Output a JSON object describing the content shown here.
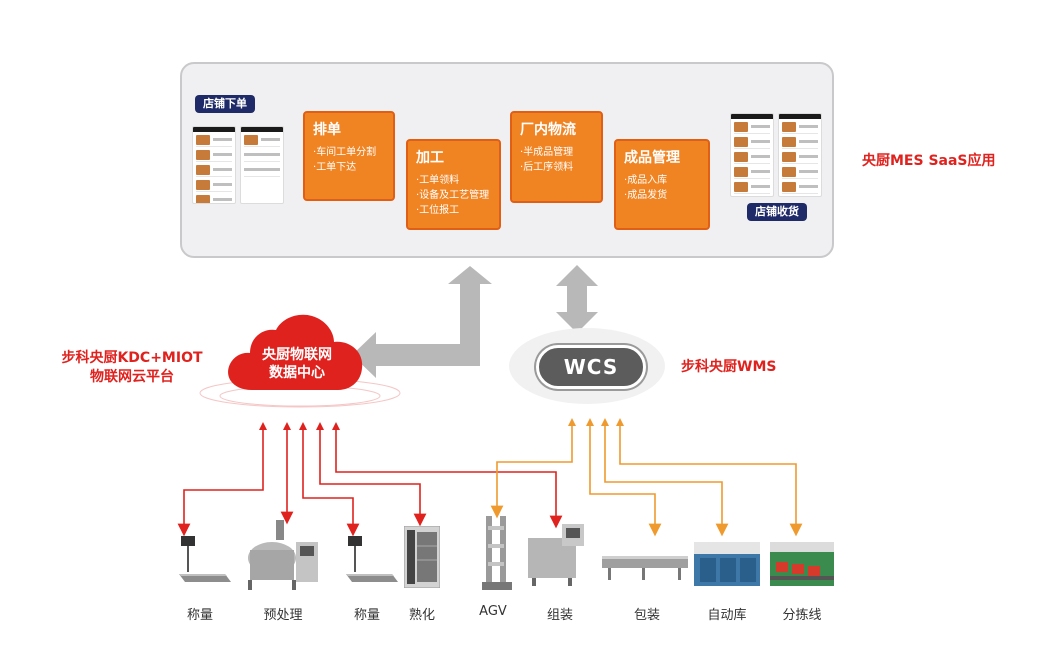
{
  "mes": {
    "store_order": "店铺下单",
    "store_receipt": "店铺收货",
    "steps": [
      {
        "title": "排单",
        "items": [
          "车间工单分割",
          "工单下达"
        ]
      },
      {
        "title": "加工",
        "items": [
          "工单领料",
          "设备及工艺管理",
          "工位报工"
        ]
      },
      {
        "title": "厂内物流",
        "items": [
          "半成品管理",
          "后工序领料"
        ]
      },
      {
        "title": "成品管理",
        "items": [
          "成品入库",
          "成品发货"
        ]
      }
    ],
    "app_label": "央厨MES  SaaS应用"
  },
  "cloud": {
    "line1": "央厨物联网",
    "line2": "数据中心",
    "platform_line1": "步科央厨KDC+MIOT",
    "platform_line2": "物联网云平台"
  },
  "wcs": {
    "label": "WCS",
    "wms_label": "步科央厨WMS"
  },
  "devices": [
    {
      "label": "称量",
      "icon": "scale-icon"
    },
    {
      "label": "预处理",
      "icon": "pre-processing-machine-icon"
    },
    {
      "label": "称量",
      "icon": "scale-icon"
    },
    {
      "label": "熟化",
      "icon": "combi-oven-icon"
    },
    {
      "label": "AGV",
      "icon": "agv-lift-icon"
    },
    {
      "label": "组装",
      "icon": "assembly-machine-icon"
    },
    {
      "label": "包装",
      "icon": "packaging-line-icon"
    },
    {
      "label": "自动库",
      "icon": "automated-storage-icon"
    },
    {
      "label": "分拣线",
      "icon": "sorting-line-icon"
    }
  ],
  "colors": {
    "orange": "#f08423",
    "navy": "#1f2a68",
    "red": "#e0221e",
    "connector_orange": "#ef9a2e",
    "gray_arrow": "#b8b8b8"
  }
}
